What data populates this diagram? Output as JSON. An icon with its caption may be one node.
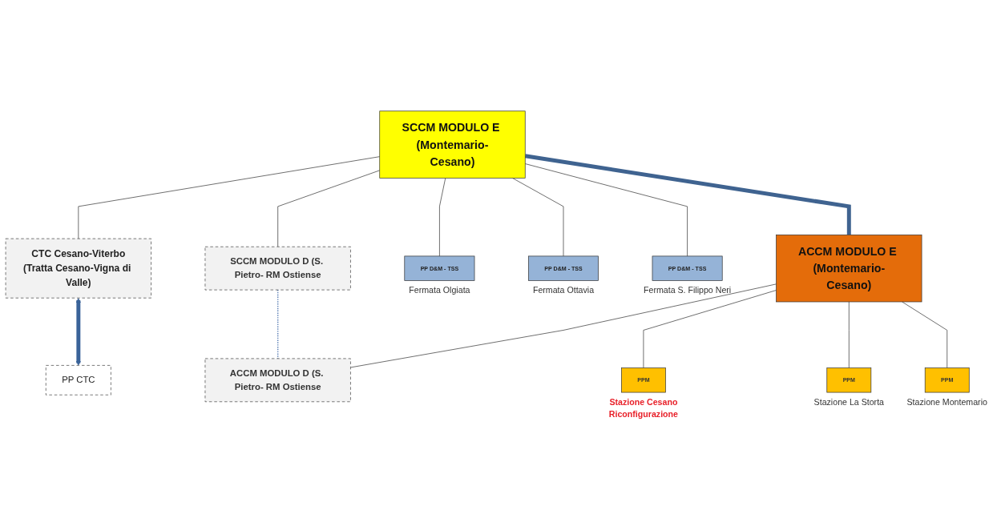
{
  "diagram": {
    "nodes": [
      {
        "text": [
          "CTC Cesano-Viterbo",
          "(Tratta Cesano-Vigna di Valle)"
        ]
      },
      {
        "text": [
          "SCCM MODULO E (Montemario-Cesano)"
        ]
      },
      {
        "text": [
          "SCCM MODULO D (S. Pietro- RM Ostiense"
        ]
      },
      {
        "text": [
          "PP D&M - TSS"
        ],
        "beside": [
          "Fermata Olgiata"
        ]
      },
      {
        "text": [
          "PP D&M - TSS"
        ],
        "beside": [
          "Fermata Ottavia"
        ]
      },
      {
        "text": [
          "PP D&M - TSS"
        ],
        "beside": [
          "Fermata S. Filippo Neri"
        ]
      },
      {
        "text": [
          "ACCM MODULO E (Montemario-Cesano)"
        ]
      },
      {
        "text": [
          "ACCM MODULO D (S. Pietro- RM Ostiense"
        ]
      },
      {
        "text": [
          "PP CTC"
        ]
      },
      {
        "text": [
          "PPM"
        ],
        "beside": [
          "Stazione Cesano",
          "Riconfigurazione"
        ]
      },
      {
        "text": [
          "PPM"
        ],
        "beside": [
          "Stazione La Storta"
        ]
      },
      {
        "text": [
          "PPM"
        ],
        "beside": [
          "Stazione Montemario"
        ]
      }
    ],
    "edges": [
      {
        "from": 0,
        "to": 1,
        "arrow": "none"
      },
      {
        "from": 1,
        "to": 2,
        "arrow": "none"
      },
      {
        "from": 1,
        "to": 3,
        "arrow": "none"
      },
      {
        "from": 1,
        "to": 4,
        "arrow": "none"
      },
      {
        "from": 1,
        "to": 5,
        "arrow": "none"
      },
      {
        "from": 1,
        "to": 6,
        "arrow": "none",
        "style": "thick",
        "color": "#3f6390"
      },
      {
        "from": 2,
        "to": 7,
        "arrow": "none",
        "style": "dashed",
        "color": "#5b7fb5"
      },
      {
        "from": 6,
        "to": 7,
        "arrow": "none"
      },
      {
        "from": 0,
        "to": 8,
        "arrow": "both",
        "style": "thick",
        "color": "#3a6399"
      },
      {
        "from": 6,
        "to": 9,
        "arrow": "none"
      },
      {
        "from": 6,
        "to": 10,
        "arrow": "none"
      },
      {
        "from": 6,
        "to": 11,
        "arrow": "none"
      }
    ]
  }
}
